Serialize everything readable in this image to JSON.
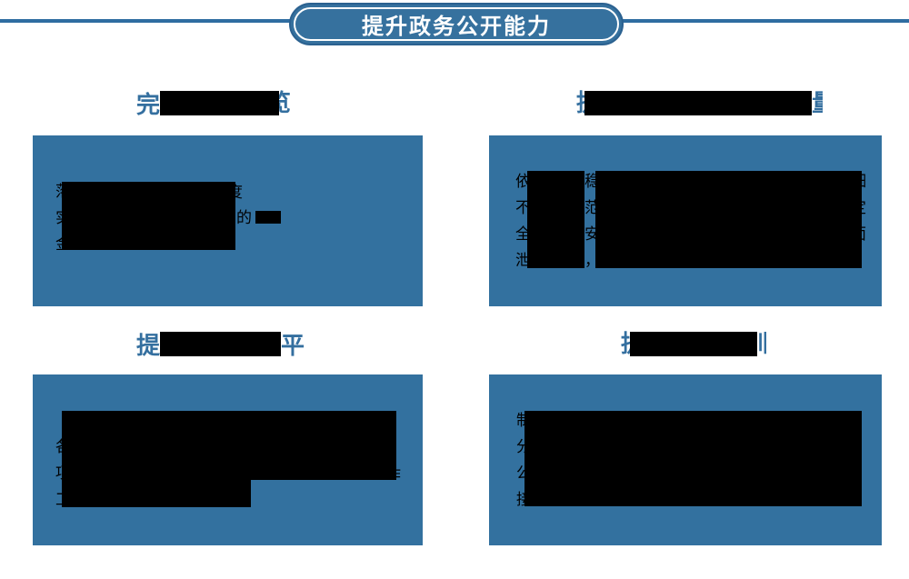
{
  "header": {
    "title": "提升政务公开能力"
  },
  "colors": {
    "panel_blue": "#33719f",
    "heading_blue": "#346f9f",
    "rule_blue": "#2f6da1",
    "redaction_black": "#000000",
    "title_text": "#ffffff"
  },
  "sections": [
    {
      "heading": {
        "prefix": "完",
        "suffix": "览"
      },
      "fragments": [
        "落",
        "度",
        "实",
        "的",
        "金"
      ]
    },
    {
      "heading": {
        "prefix": "提",
        "suffix": "量"
      },
      "fragments": [
        "依",
        "稳",
        "细",
        "不",
        "范",
        "定",
        "全",
        "安",
        "面",
        "泄",
        "，"
      ]
    },
    {
      "heading": {
        "prefix": "提",
        "suffix": "平"
      },
      "fragments": [
        "各",
        "项",
        "工",
        "作"
      ]
    },
    {
      "heading": {
        "prefix": "提",
        "suffix": "训"
      },
      "fragments": [
        "制",
        "分",
        "公",
        "接"
      ]
    }
  ]
}
